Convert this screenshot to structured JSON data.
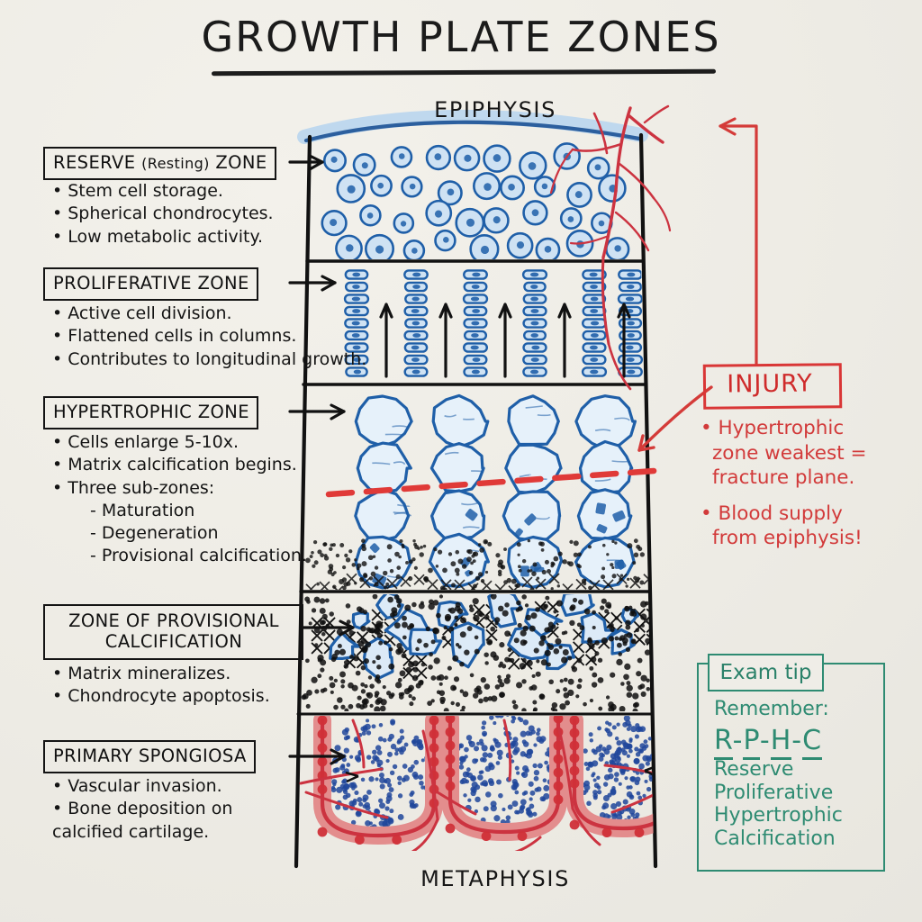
{
  "title": "GROWTH PLATE ZONES",
  "anatomy": {
    "top_label": "EPIPHYSIS",
    "bottom_label": "METAPHYSIS"
  },
  "colors": {
    "board_background": "#EFEDE7",
    "ink_black": "#141414",
    "cell_blue": "#1F5FA8",
    "cell_fill": "#CFE2F3",
    "vessel_red": "#D2353C",
    "injury_red": "#D23A3A",
    "exam_green": "#2E8B72"
  },
  "zones": [
    {
      "id": "reserve",
      "label": "RESERVE (Resting) ZONE",
      "label_main": "RESERVE",
      "label_paren": "(Resting)",
      "label_tail": "ZONE",
      "bullets": [
        "• Stem cell storage.",
        "• Spherical chondrocytes.",
        "• Low metabolic activity."
      ]
    },
    {
      "id": "proliferative",
      "label": "PROLIFERATIVE ZONE",
      "bullets": [
        "• Active cell division.",
        "• Flattened cells in columns.",
        "• Contributes to longitudinal growth."
      ]
    },
    {
      "id": "hypertrophic",
      "label": "HYPERTROPHIC ZONE",
      "bullets": [
        "• Cells enlarge 5-10x.",
        "• Matrix calcification begins.",
        "• Three sub-zones:"
      ],
      "subbullets": [
        "- Maturation",
        "- Degeneration",
        "- Provisional calcification."
      ]
    },
    {
      "id": "provisional-calcification",
      "label_line1": "ZONE OF PROVISIONAL",
      "label_line2": "CALCIFICATION",
      "bullets": [
        "• Matrix mineralizes.",
        "• Chondrocyte apoptosis."
      ]
    },
    {
      "id": "primary-spongiosa",
      "label": "PRIMARY SPONGIOSA",
      "bullets": [
        "• Vascular invasion.",
        "• Bone deposition on",
        "   calcified cartilage."
      ]
    }
  ],
  "injury": {
    "title": "INJURY",
    "bullets": [
      "• Hypertrophic zone weakest = fracture plane.",
      "• Blood supply from epiphysis!"
    ],
    "bullet_lines": [
      [
        "• Hypertrophic",
        "zone weakest =",
        "fracture plane."
      ],
      [
        "• Blood supply",
        "from epiphysis!"
      ]
    ]
  },
  "exam_tip": {
    "tab_label": "Exam tip",
    "remember_label": "Remember:",
    "mnemonic": "R-P-H-C",
    "words": [
      "Reserve",
      "Proliferative",
      "Hypertrophic",
      "Calcification"
    ]
  }
}
